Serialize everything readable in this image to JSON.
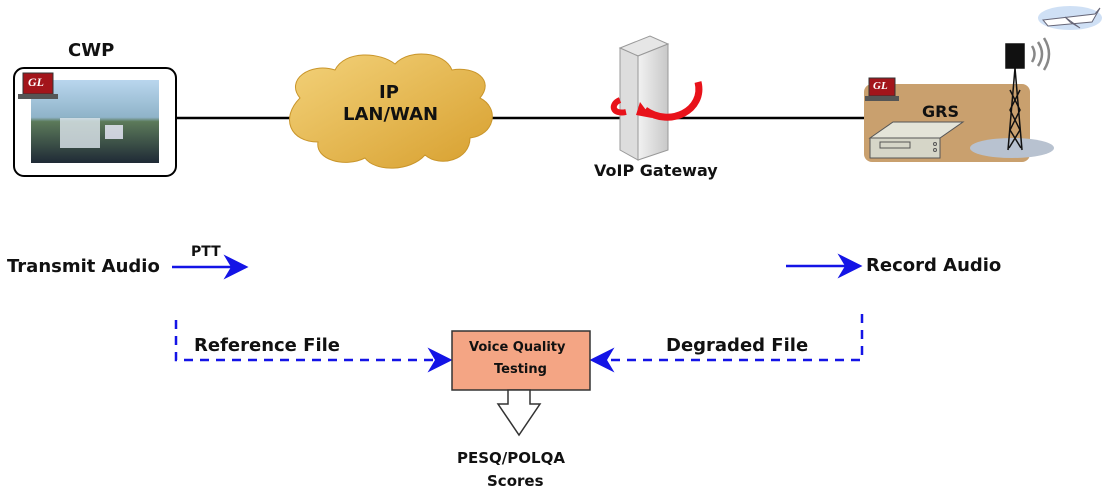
{
  "nodes": {
    "cwp": {
      "label": "CWP",
      "badge": "GL"
    },
    "cloud": {
      "line1": "IP",
      "line2": "LAN/WAN"
    },
    "gateway": {
      "label": "VoIP Gateway"
    },
    "grs": {
      "label": "GRS",
      "badge": "GL"
    },
    "vqt": {
      "line1": "Voice Quality",
      "line2": "Testing"
    },
    "scores": {
      "line1": "PESQ/POLQA",
      "line2": "Scores"
    }
  },
  "flows": {
    "transmit": "Transmit Audio",
    "ptt": "PTT",
    "record": "Record Audio",
    "reference": "Reference File",
    "degraded": "Degraded File"
  },
  "colors": {
    "flow_blue": "#1414e6",
    "cloud_gold": "#e8b84a",
    "vqt_fill": "#f4a584",
    "grs_bg": "#c9a06e",
    "gl_red": "#a3151b",
    "gateway_arrow": "#e8121a"
  }
}
